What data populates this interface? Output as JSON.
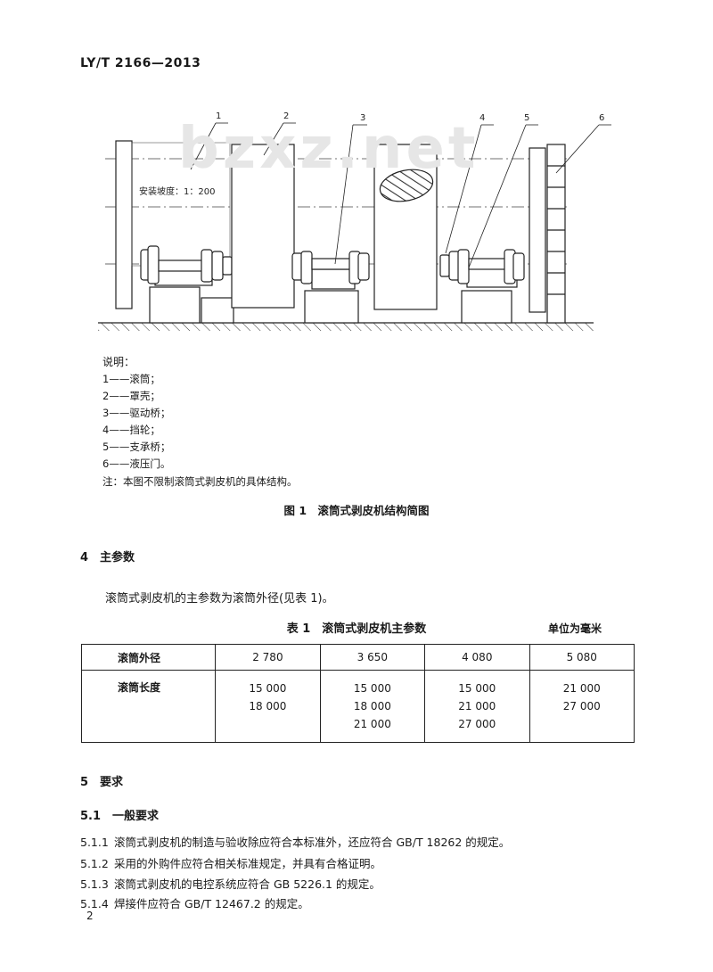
{
  "header": {
    "standard_code": "LY/T 2166—2013"
  },
  "watermark": {
    "text": "bzxz.net"
  },
  "figure": {
    "slope_label": "安装坡度：1：200",
    "callouts": [
      "1",
      "2",
      "3",
      "4",
      "5",
      "6"
    ],
    "legend_title": "说明：",
    "legend_items": [
      "1——滚筒；",
      "2——罩壳；",
      "3——驱动桥；",
      "4——挡轮；",
      "5——支承桥；",
      "6——液压门。"
    ],
    "note": "注：本图不限制滚筒式剥皮机的具体结构。",
    "caption": "图 1　滚筒式剥皮机结构简图"
  },
  "section4": {
    "title": "4　主参数",
    "text": "滚筒式剥皮机的主参数为滚筒外径(见表 1)。"
  },
  "table1": {
    "caption": "表 1　滚筒式剥皮机主参数",
    "unit": "单位为毫米",
    "row1_label": "滚筒外径",
    "diameters": [
      "2 780",
      "3 650",
      "4 080",
      "5 080"
    ],
    "row2_label": "滚筒长度",
    "lengths": [
      [
        "15 000",
        "18 000"
      ],
      [
        "15 000",
        "18 000",
        "21 000"
      ],
      [
        "15 000",
        "21 000",
        "27 000"
      ],
      [
        "21 000",
        "27 000"
      ]
    ]
  },
  "section5": {
    "title": "5　要求",
    "sub_title": "5.1　一般要求",
    "clauses": [
      {
        "num": "5.1.1",
        "text": "滚筒式剥皮机的制造与验收除应符合本标准外，还应符合 GB/T 18262 的规定。"
      },
      {
        "num": "5.1.2",
        "text": "采用的外购件应符合相关标准规定，并具有合格证明。"
      },
      {
        "num": "5.1.3",
        "text": "滚筒式剥皮机的电控系统应符合 GB 5226.1 的规定。"
      },
      {
        "num": "5.1.4",
        "text": "焊接件应符合 GB/T 12467.2 的规定。"
      }
    ]
  },
  "page": {
    "number": "2"
  }
}
